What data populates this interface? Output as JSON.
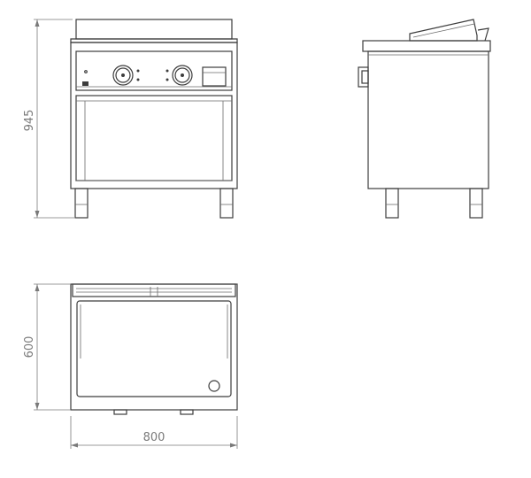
{
  "dimensions": {
    "height_label": "945",
    "depth_label": "600",
    "width_label": "800"
  }
}
